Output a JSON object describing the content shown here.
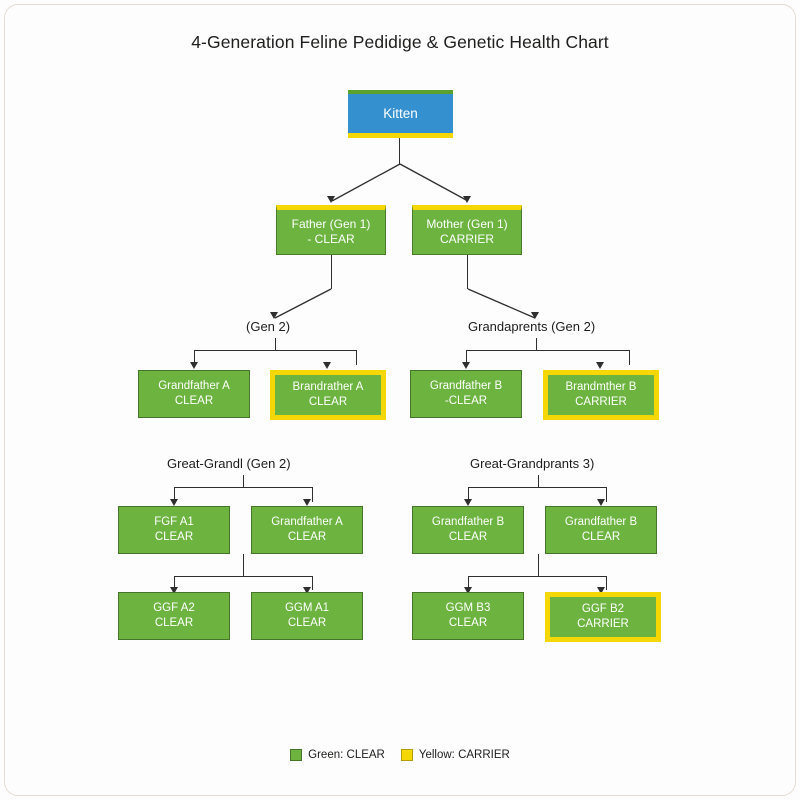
{
  "title": "4-Generation Feline Pedidige & Genetic Health Chart",
  "root": {
    "label": "Kitten"
  },
  "generation1": [
    {
      "name": "Father (Gen 1)",
      "status": "- CLEAR"
    },
    {
      "name": "Mother (Gen 1)",
      "status": "CARRIER"
    }
  ],
  "captions": {
    "gen2_left": "(Gen 2)",
    "gen2_right": "Grandaprents (Gen 2)",
    "gen3_left": "Great-Grandl (Gen 2)",
    "gen3_right": "Great-Grandprants 3)"
  },
  "generation2": [
    {
      "name": "Grandfather A",
      "status": "CLEAR",
      "type": "clear"
    },
    {
      "name": "Brandrather A",
      "status": "CLEAR",
      "type": "carrier"
    },
    {
      "name": "Grandfather B",
      "status": "-CLEAR",
      "type": "clear"
    },
    {
      "name": "Brandmther B",
      "status": "CARRIER",
      "type": "carrier"
    }
  ],
  "generation3": [
    {
      "name": "FGF A1",
      "status": "CLEAR",
      "type": "clear"
    },
    {
      "name": "Grandfather A",
      "status": "CLEAR",
      "type": "clear"
    },
    {
      "name": "Grandfather B",
      "status": "CLEAR",
      "type": "clear"
    },
    {
      "name": "Grandfather B",
      "status": "CLEAR",
      "type": "clear"
    }
  ],
  "generation4": [
    {
      "name": "GGF A2",
      "status": "CLEAR",
      "type": "clear"
    },
    {
      "name": "GGM A1",
      "status": "CLEAR",
      "type": "clear"
    },
    {
      "name": "GGM B3",
      "status": "CLEAR",
      "type": "clear"
    },
    {
      "name": "GGF B2",
      "status": "CARRIER",
      "type": "carrier"
    }
  ],
  "legend": [
    {
      "swatch": "green",
      "label": "Green: CLEAR"
    },
    {
      "swatch": "yellow",
      "label": "Yellow: CARRIER"
    }
  ],
  "colors": {
    "clear_green": "#6cb33f",
    "carrier_yellow": "#f5d706",
    "root_blue": "#3490ce",
    "background": "#fdfdfd",
    "connector": "#2f2f2f"
  }
}
